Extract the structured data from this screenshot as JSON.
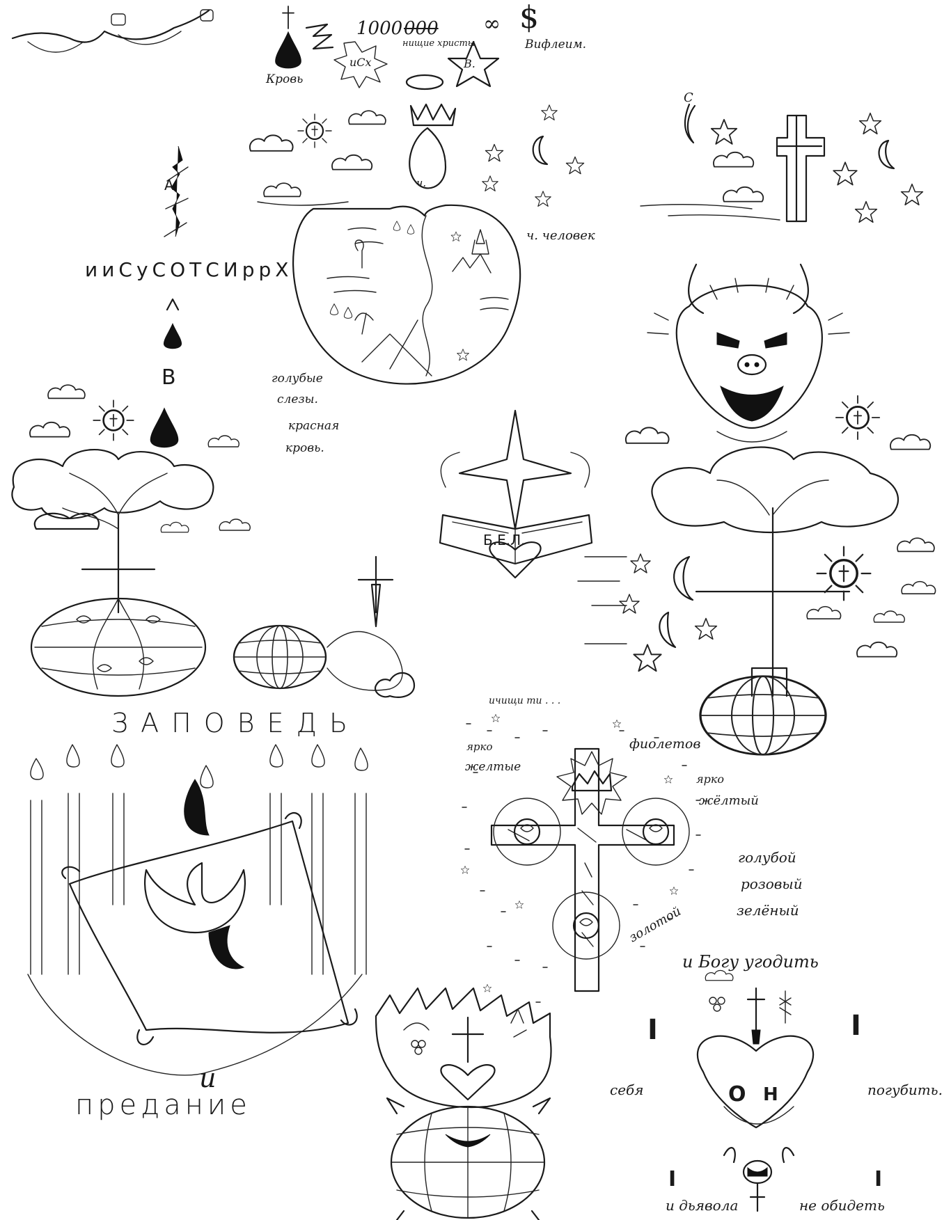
{
  "texts": {
    "blood": "Кровь",
    "thousand": "1000",
    "strike": "000",
    "infinity": "∞",
    "dollar": "$",
    "bethlehem": "Вифлеим.",
    "lord": "нищие христы",
    "ich": "иСх",
    "v_star": "В.",
    "ch_tree": "ч.",
    "c_letter": "С",
    "ch_human": "ч. человек",
    "name_row": "ииСуСОТСИррХ",
    "letters_a": "А",
    "letters_v": "В",
    "blue_tear": "голубые слезы.",
    "blue_tear_l1": "голубые",
    "blue_tear_l2": "слезы.",
    "red_blood_l1": "красная",
    "red_blood_l2": "кровь.",
    "book": "Б.Е.Л.",
    "commandments": "ЗАПОВЕДЬ",
    "and_word": "и",
    "betrayal": "предание",
    "dots_row": "ичищи ти . . .",
    "bright_yellow_l1": "ярко",
    "bright_yellow_l2": "желтые",
    "violet": "фиолетов",
    "bright_yellow2_l1": "ярко",
    "bright_yellow2_l2": "жёлтый",
    "blue": "голубой",
    "pink": "розовый",
    "green": "зелёный",
    "golden": "золотой",
    "please_god": "и Богу угодить",
    "self": "себя",
    "destroy": "погубить.",
    "devil_bottom": "и дьявола",
    "not_offend": "не обидеть",
    "word_I": "I",
    "word_O": "О",
    "word_H": "Н"
  },
  "colors": {
    "ink": "#1a1a1a",
    "paper": "#ffffff"
  },
  "icons": [
    "cross-icon",
    "drop-icon",
    "star-icon",
    "cloud-icon",
    "sun-icon",
    "moon-icon",
    "globe-icon",
    "tree-icon",
    "heart-icon",
    "devil-face-icon",
    "crown-icon",
    "scroll-icon",
    "candle-icon",
    "book-icon",
    "rose-icon"
  ]
}
